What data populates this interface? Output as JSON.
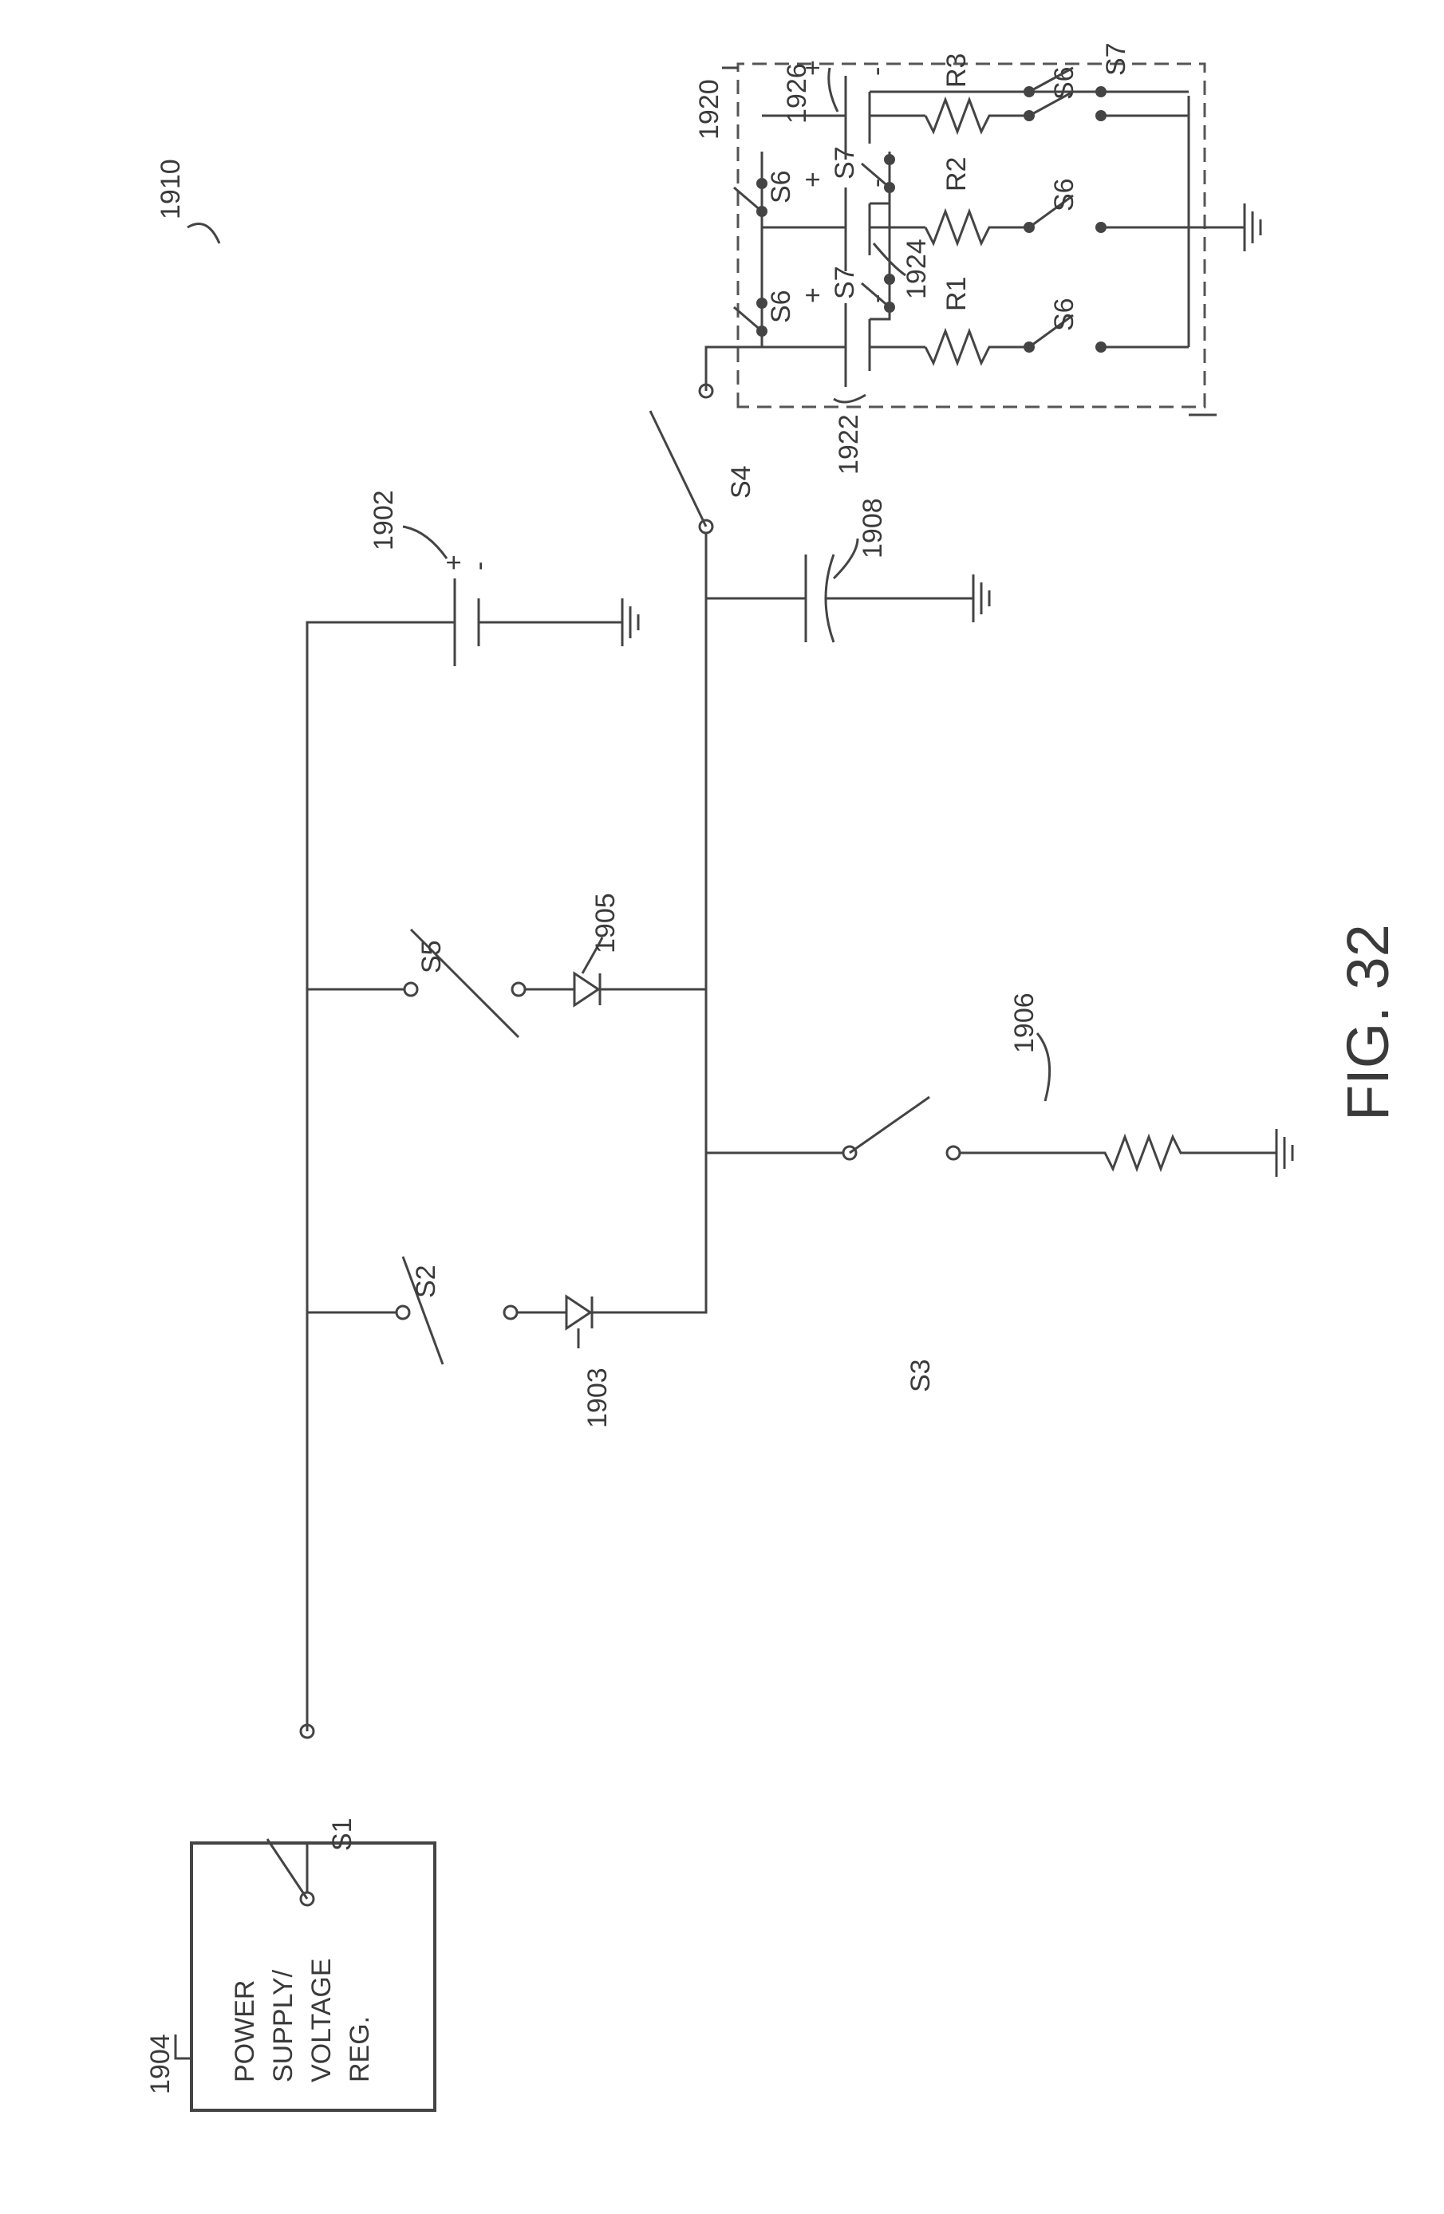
{
  "figure": {
    "caption": "FIG. 32",
    "refs": {
      "r1910": "1910",
      "r1902": "1902",
      "r1904": "1904",
      "r1903": "1903",
      "r1905": "1905",
      "r1906": "1906",
      "r1908": "1908",
      "r1920": "1920",
      "r1922": "1922",
      "r1924": "1924",
      "r1926": "1926"
    },
    "power_box": [
      "POWER",
      "SUPPLY/",
      "VOLTAGE",
      "REG."
    ],
    "switches": {
      "s1": "S1",
      "s2": "S2",
      "s3": "S3",
      "s4": "S4",
      "s5": "S5",
      "s6": "S6",
      "s7": "S7"
    },
    "resistors": {
      "r1": "R1",
      "r2": "R2",
      "r3": "R3"
    },
    "polarity": {
      "plus": "+",
      "minus": "-"
    }
  }
}
